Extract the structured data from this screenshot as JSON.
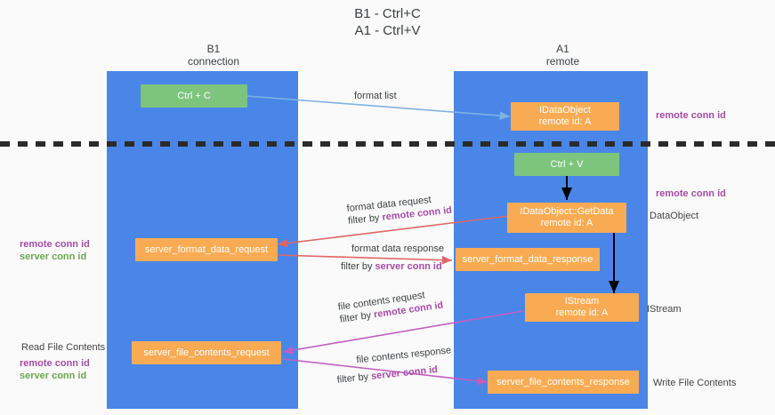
{
  "title": {
    "line1": "B1 - Ctrl+C",
    "line2": "A1 - Ctrl+V"
  },
  "columns": [
    {
      "name": "B1",
      "sub": "connection"
    },
    {
      "name": "A1",
      "sub": "remote"
    }
  ],
  "nodes": {
    "ctrl_c": "Ctrl + C",
    "ctrl_v": "Ctrl + V",
    "idataobject_title": "IDataObject",
    "idataobject_sub": "remote id: A",
    "getdata_title": "IDataObject::GetData",
    "getdata_sub": "remote id: A",
    "istream_title": "IStream",
    "istream_sub": "remote id: A",
    "server_format_data_request": "server_format_data_request",
    "server_format_data_response": "server_format_data_response",
    "server_file_contents_request": "server_file_contents_request",
    "server_file_contents_response": "server_file_contents_response"
  },
  "edges": {
    "format_list": "format list",
    "format_data_request": "format data request",
    "format_data_request_filter_prefix": "filter by ",
    "format_data_request_filter_key": "remote conn id",
    "format_data_response": "format data response",
    "format_data_response_filter_prefix": "filter by ",
    "format_data_response_filter_key": "server conn id",
    "file_contents_request": "file contents request",
    "file_contents_request_filter_prefix": "filter by ",
    "file_contents_request_filter_key": "remote conn id",
    "file_contents_response": "file contents response",
    "file_contents_response_filter_prefix": "filter by ",
    "file_contents_response_filter_key": "server conn id"
  },
  "annotations": {
    "right_remote_conn_id_top": "remote conn id",
    "right_remote_conn_id_mid": "remote conn id",
    "right_dataobject": "DataObject",
    "right_istream": "IStream",
    "right_write_file_contents": "Write File Contents",
    "left_remote_conn_id": "remote conn id",
    "left_server_conn_id": "server conn id",
    "left_read_file_contents": "Read File Contents",
    "left_remote_conn_id_2": "remote conn id",
    "left_server_conn_id_2": "server conn id"
  },
  "colors": {
    "lane": "#4a86e8",
    "green_node": "#7dc47d",
    "orange_node": "#f9ab53",
    "purple": "#a64ca6",
    "green_text": "#6aa84f",
    "red_arrow": "#e06666",
    "magenta_arrow": "#c05fc0",
    "blue_arrow": "#7fb3e0",
    "black_arrow": "#000000",
    "divider": "#2b2b2b",
    "background": "#fafafa"
  }
}
